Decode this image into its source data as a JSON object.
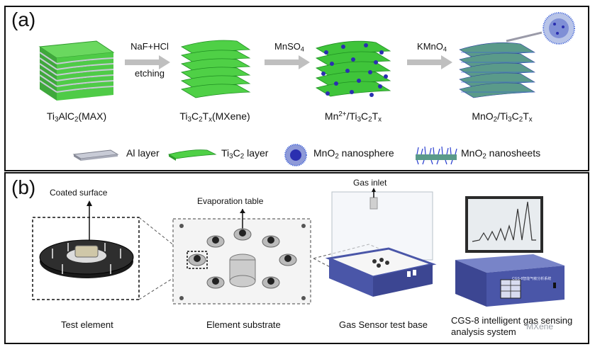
{
  "panel_a": {
    "label": "(a)",
    "stages": [
      {
        "id": "max",
        "main": "Ti",
        "parts": [
          [
            "Ti",
            "3",
            "sub"
          ],
          [
            "AlC",
            "2",
            "sub"
          ],
          [
            "(MAX)",
            "",
            ""
          ]
        ]
      },
      {
        "id": "mxene",
        "parts": [
          [
            "Ti",
            "3",
            "sub"
          ],
          [
            "C",
            "2",
            "sub"
          ],
          [
            "T",
            "x",
            "sub"
          ],
          [
            "(MXene)",
            "",
            ""
          ]
        ]
      },
      {
        "id": "mn",
        "parts": [
          [
            "Mn",
            "2+",
            "sup"
          ],
          [
            "/Ti",
            "3",
            "sub"
          ],
          [
            "C",
            "2",
            "sub"
          ],
          [
            "T",
            "x",
            "sub"
          ]
        ]
      },
      {
        "id": "mno2",
        "parts": [
          [
            "MnO",
            "2",
            "sub"
          ],
          [
            "/Ti",
            "3",
            "sub"
          ],
          [
            "C",
            "2",
            "sub"
          ],
          [
            "T",
            "x",
            "sub"
          ]
        ]
      }
    ],
    "arrows": [
      {
        "top": "NaF+HCl",
        "bottom": "etching"
      },
      {
        "top_parts": [
          [
            "MnSO",
            "4",
            "sub"
          ]
        ],
        "bottom": ""
      },
      {
        "top_parts": [
          [
            "KMnO",
            "4",
            "sub"
          ]
        ],
        "bottom": ""
      }
    ],
    "legend": [
      {
        "parts": [
          [
            "Al layer",
            "",
            ""
          ]
        ]
      },
      {
        "parts": [
          [
            "Ti",
            "3",
            "sub"
          ],
          [
            "C",
            "2",
            "sub"
          ],
          [
            " layer",
            "",
            ""
          ]
        ]
      },
      {
        "parts": [
          [
            "MnO",
            "2",
            "sub"
          ],
          [
            " nanosphere",
            "",
            ""
          ]
        ]
      },
      {
        "parts": [
          [
            "MnO",
            "2",
            "sub"
          ],
          [
            " nanosheets",
            "",
            ""
          ]
        ]
      }
    ]
  },
  "panel_b": {
    "label": "(b)",
    "callouts": {
      "coated": "Coated surface",
      "evaporation": "Evaporation table",
      "gas_inlet": "Gas inlet"
    },
    "captions": {
      "test_element": "Test element",
      "element_substrate": "Element substrate",
      "gas_sensor": "Gas Sensor test base",
      "cgs_line1": "CGS-8 intelligent gas sensing",
      "cgs_line2": "analysis system"
    },
    "device_label": "CGS-8智能气敏分析系统",
    "watermark": "MXene"
  },
  "colors": {
    "green": "#3fc43a",
    "green_dark": "#1f8f22",
    "blue": "#2a2fb0",
    "blue_light": "#3b5fd8",
    "device_blue": "#4a56a8",
    "gray": "#9a9aa8"
  }
}
